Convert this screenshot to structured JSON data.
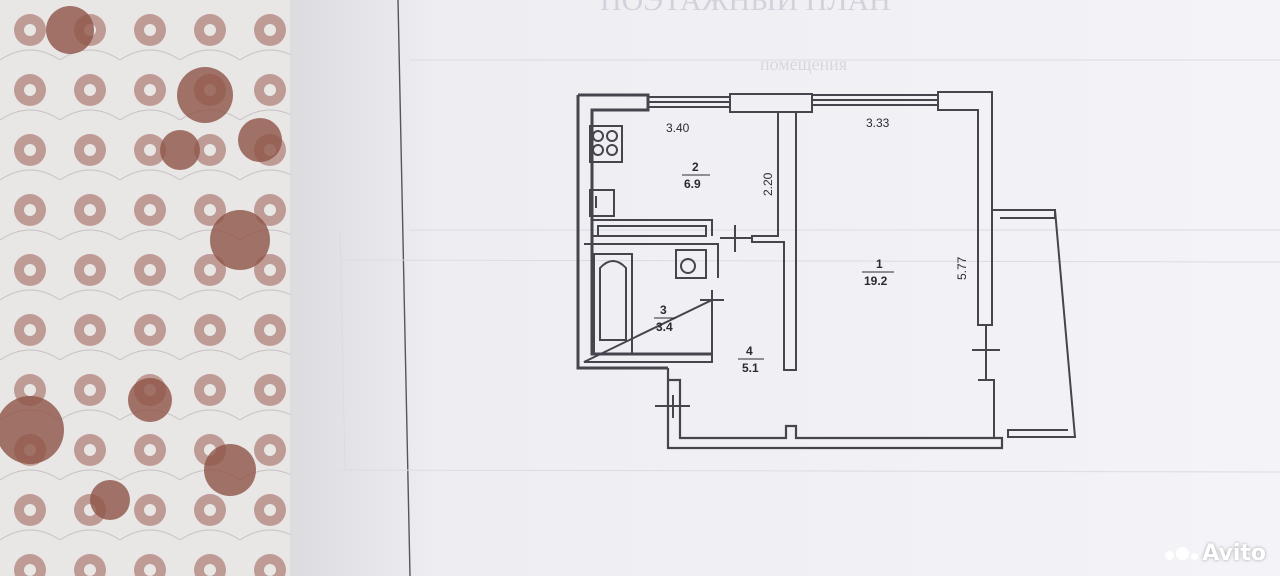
{
  "plan": {
    "dimensions": {
      "kitchen_width": "3.40",
      "room_width": "3.33",
      "kitchen_depth": "2.20",
      "room_depth": "5.77"
    },
    "rooms": [
      {
        "number": "1",
        "area": "19.2"
      },
      {
        "number": "2",
        "area": "6.9"
      },
      {
        "number": "3",
        "area": "3.4"
      },
      {
        "number": "4",
        "area": "5.1"
      }
    ],
    "faded_heading": "ПОЭТАЖНЫЙ ПЛАН",
    "faded_sub": "помещения"
  },
  "watermark": {
    "text": "Avito"
  },
  "colors": {
    "paper": "#f3f3f7",
    "wall": "#45454d",
    "fabric": "#9b5f52"
  }
}
